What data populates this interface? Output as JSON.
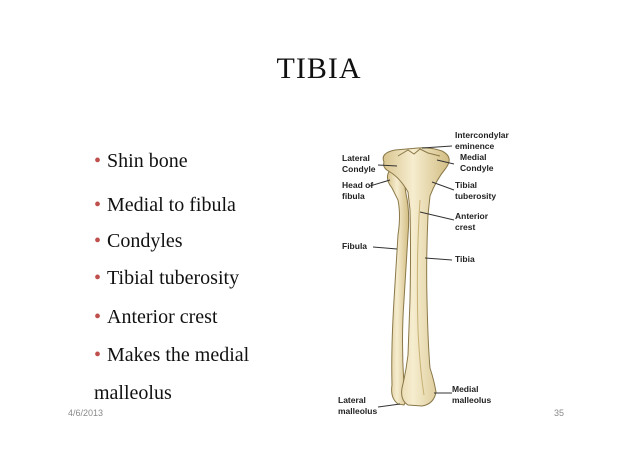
{
  "slide": {
    "title": "TIBIA",
    "bullets": [
      {
        "marker": "•",
        "text": "Shin bone"
      },
      {
        "marker": "•",
        "text": "Medial to fibula"
      },
      {
        "marker": "•",
        "text": "Condyles"
      },
      {
        "marker": "•",
        "text": "Tibial tuberosity"
      },
      {
        "marker": "•",
        "text": "Anterior crest"
      },
      {
        "marker": "•",
        "text": "Makes the medial"
      }
    ],
    "bullet_continuation": "malleolus",
    "footer": {
      "date": "4/6/2013",
      "page": "35"
    }
  },
  "figure": {
    "labels": {
      "intercondylar_line1": "Intercondylar",
      "intercondylar_line2": "eminence",
      "medial_condyle_line1": "Medial",
      "medial_condyle_line2": "Condyle",
      "lateral_condyle_line1": "Lateral",
      "lateral_condyle_line2": "Condyle",
      "head_fibula_line1": "Head of",
      "head_fibula_line2": "fibula",
      "tibial_tuberosity_line1": "Tibial",
      "tibial_tuberosity_line2": "tuberosity",
      "anterior_crest_line1": "Anterior",
      "anterior_crest_line2": "crest",
      "fibula": "Fibula",
      "tibia": "Tibia",
      "medial_malleolus_line1": "Medial",
      "medial_malleolus_line2": "malleolus",
      "lateral_malleolus_line1": "Lateral",
      "lateral_malleolus_line2": "malleolus"
    },
    "colors": {
      "bone": "#f1e6c2",
      "bone_shade": "#d8c48c",
      "outline": "#7a6a44"
    }
  }
}
